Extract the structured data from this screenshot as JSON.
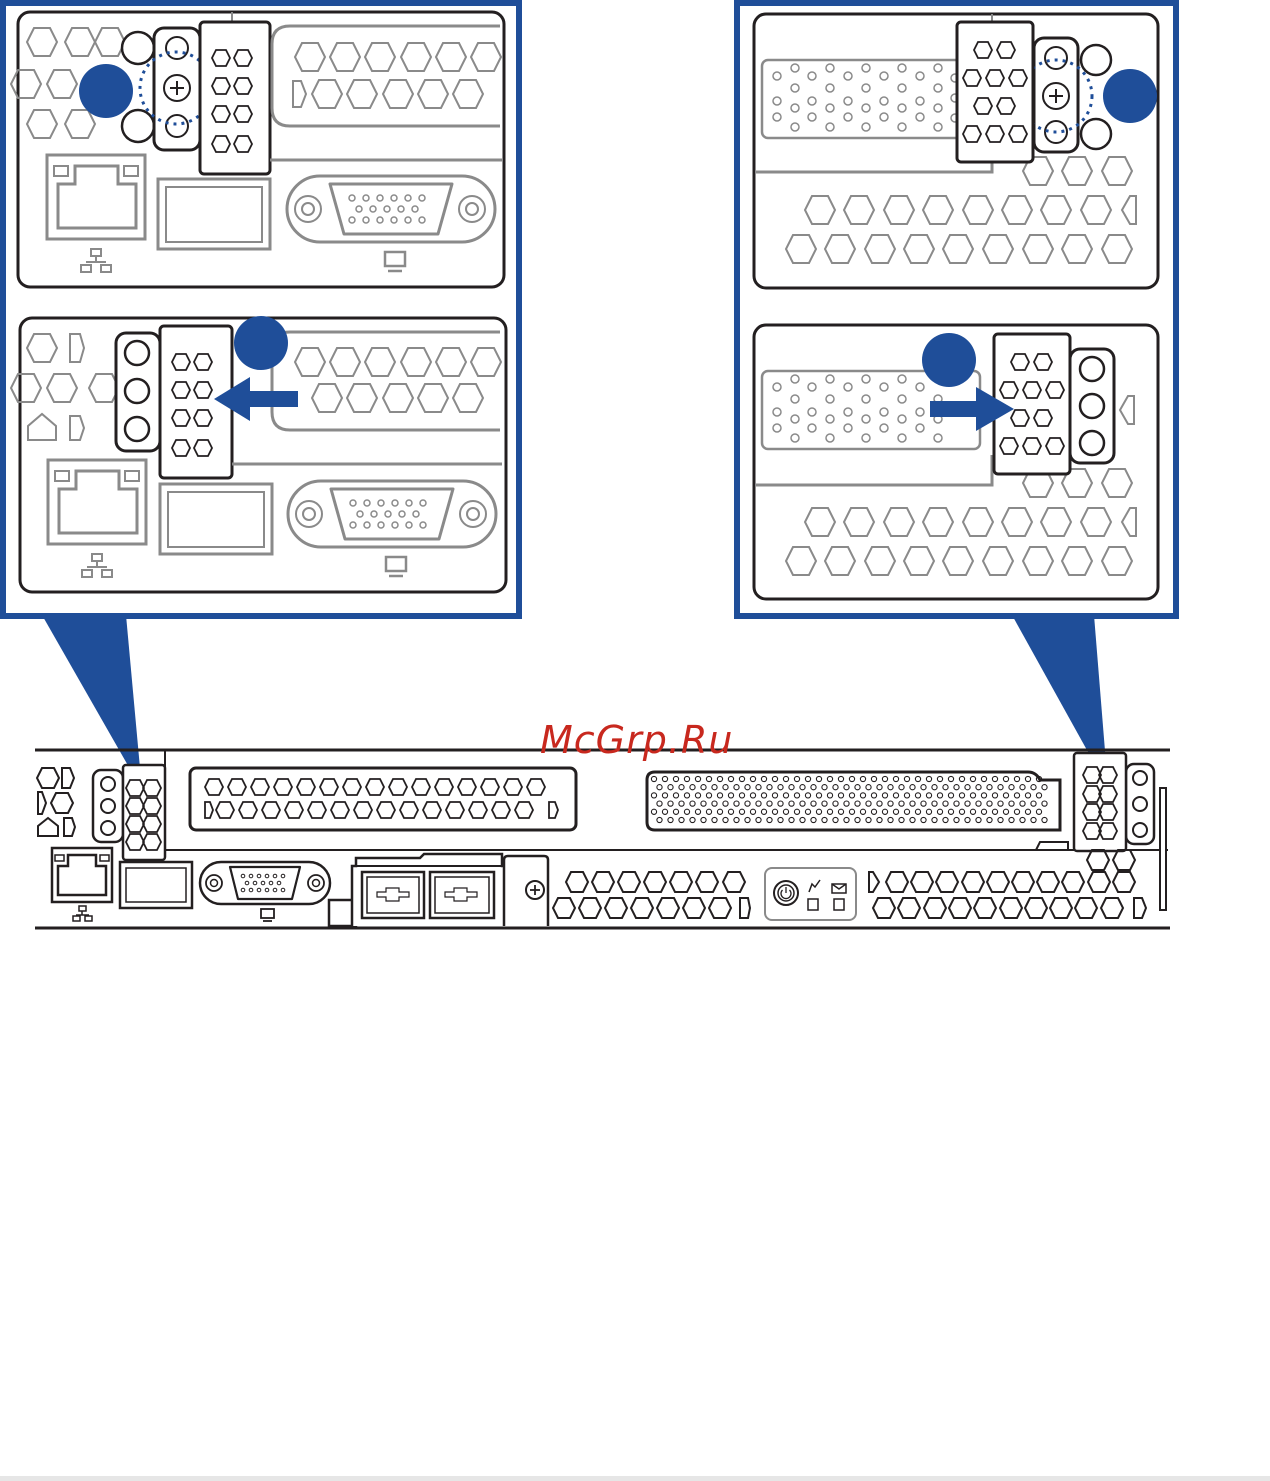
{
  "watermark": {
    "text": "McGrp.Ru",
    "color": "#c8281e"
  },
  "colors": {
    "accent_blue": "#1f4e99",
    "line_dark": "#231f20",
    "line_gray": "#8a8a8a"
  },
  "icons": {
    "network": "network-port-icon",
    "monitor": "monitor-icon",
    "power": "power-icon",
    "location": "location-led-icon",
    "message": "message-led-icon",
    "screw": "thumbscrew-icon"
  },
  "callouts": {
    "top_left": "screw-location-circle",
    "bottom_left": "slide-bracket-left-arrow",
    "top_right": "screw-location-circle",
    "bottom_right": "slide-bracket-right-arrow"
  }
}
